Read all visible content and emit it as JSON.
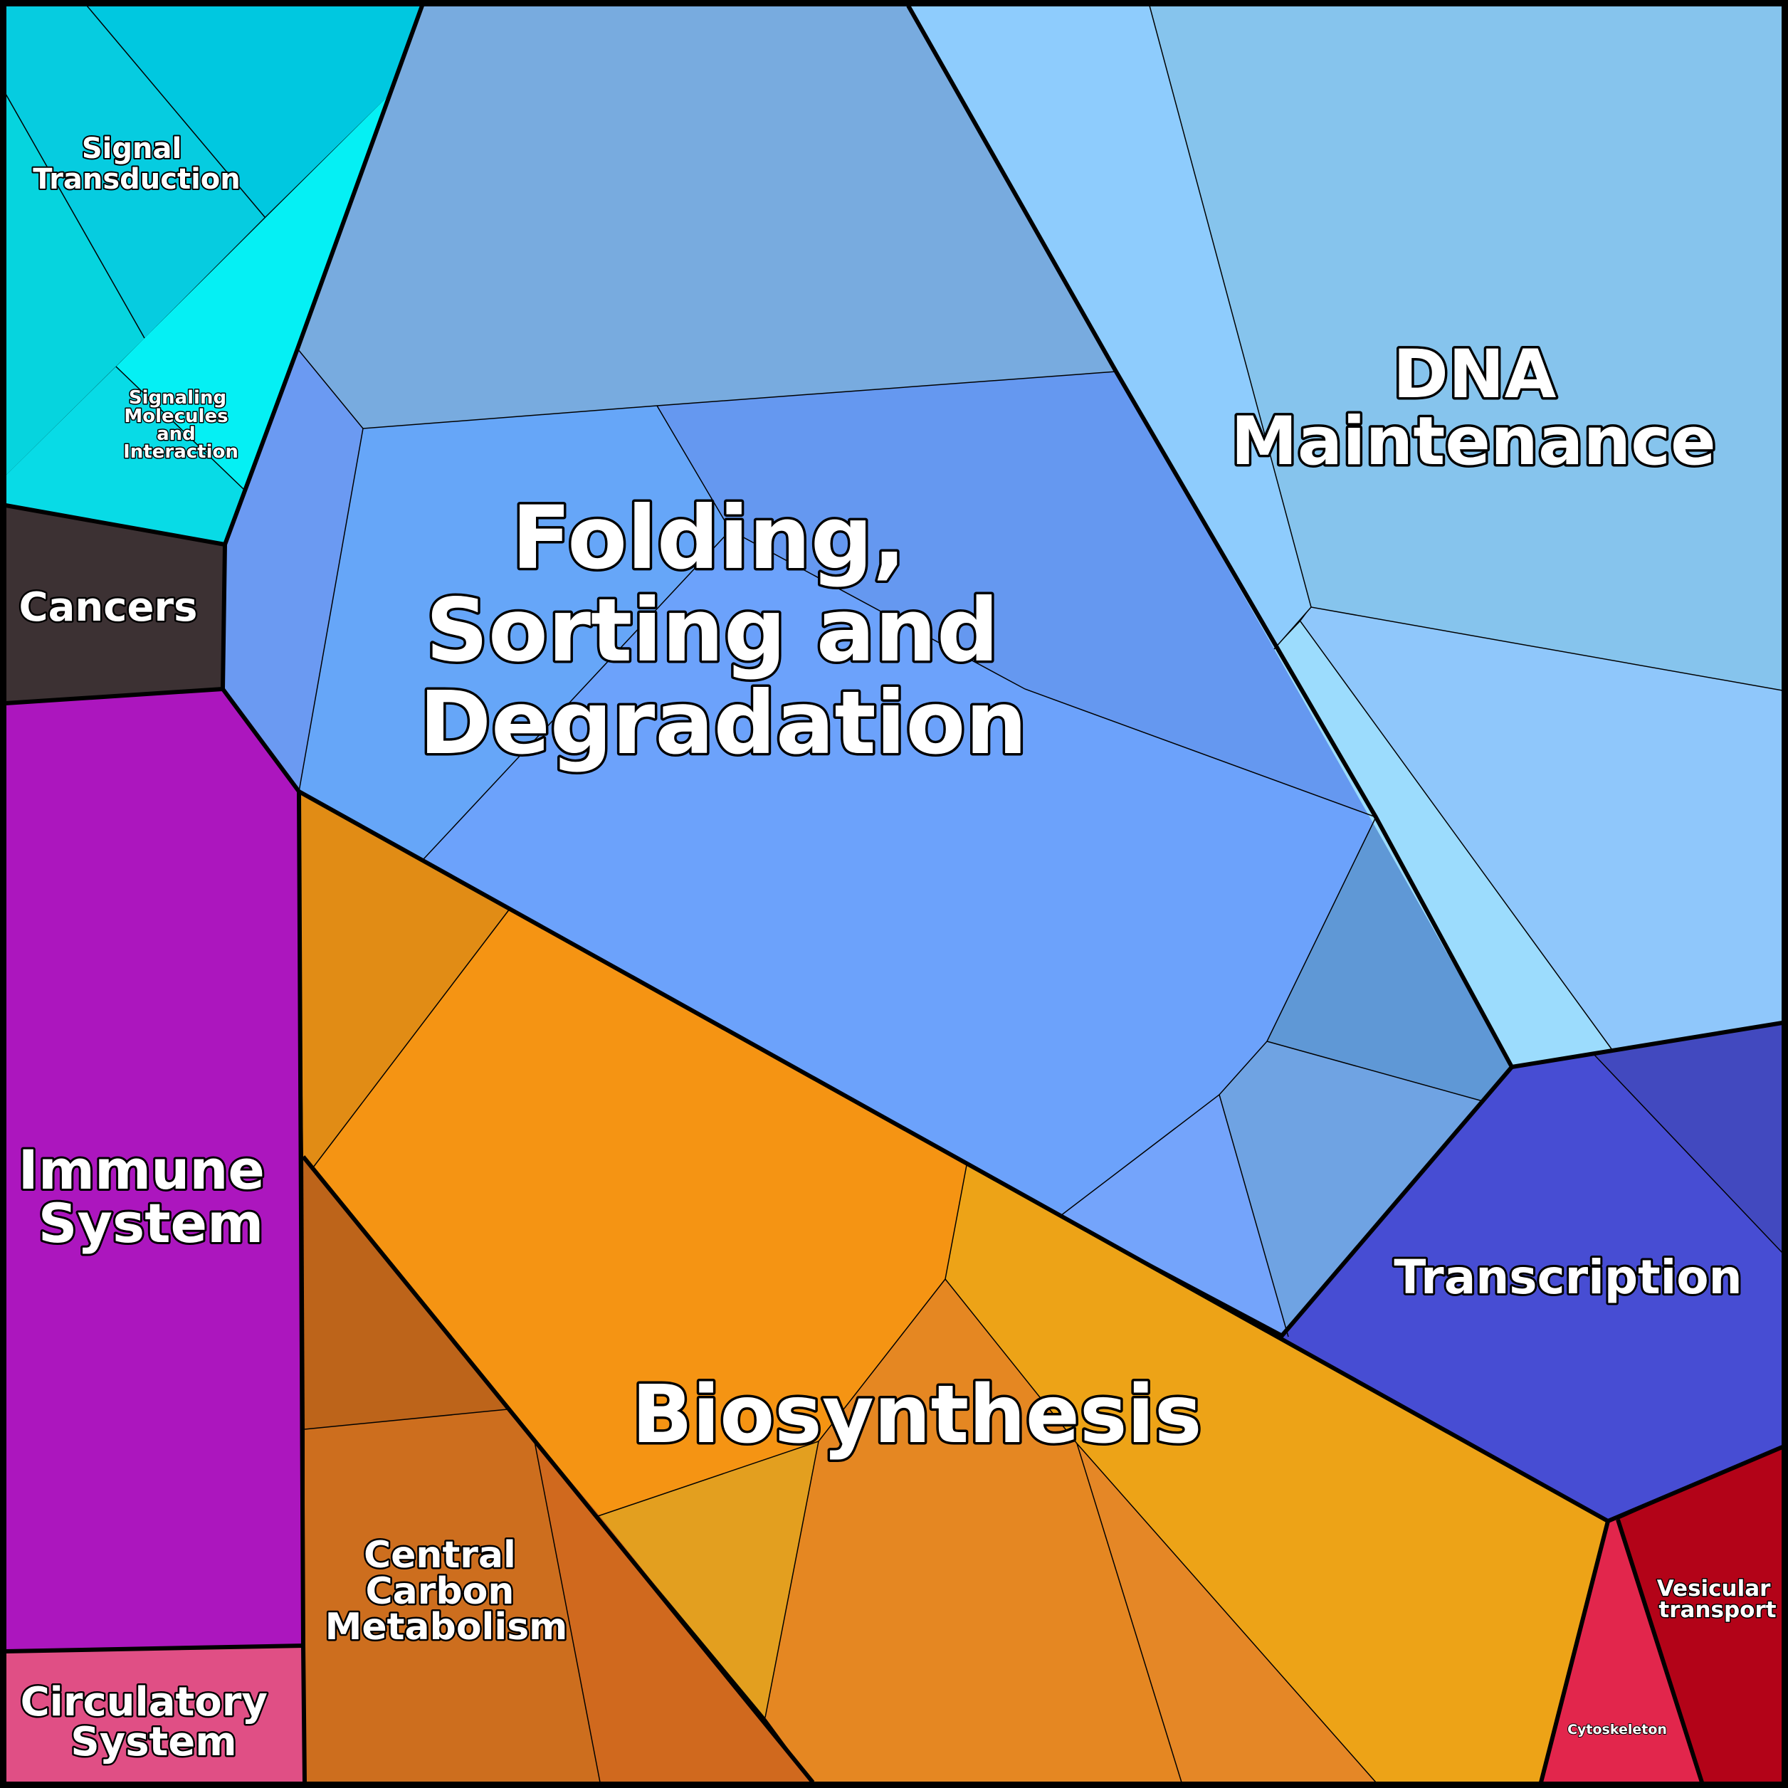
{
  "diagram": {
    "type": "voronoi-treemap",
    "colors": {
      "signal_transduction": [
        "#06cce0",
        "#00c8e0",
        "#06d4de"
      ],
      "signaling_molecules": [
        "#05f0f4",
        "#08dbe6"
      ],
      "cancers": "#3c3133",
      "immune_system": "#ac16be",
      "circulatory_system": "#e04f85",
      "folding_sorting": [
        "#78abdf",
        "#6598f0",
        "#66a6f8",
        "#6ca2fb",
        "#6b9af2",
        "#74a4fb",
        "#5f98d6",
        "#6fa3e3"
      ],
      "dna_maintenance": [
        "#8eccfd",
        "#86c4ed",
        "#8fc7fb",
        "#9cdcfd"
      ],
      "transcription": [
        "#474dd3",
        "#4249bf"
      ],
      "biosynthesis": [
        "#e18c15",
        "#f59413",
        "#eda317",
        "#e39f1f",
        "#e58722",
        "#e58726"
      ],
      "central_carbon": [
        "#bd641a",
        "#cd6e1e",
        "#d0691e"
      ],
      "cytoskeleton": "#e2264c",
      "vesicular_transport": "#b30318",
      "border": "#000000",
      "label_text": "#ffffff"
    },
    "labels": {
      "signal_transduction": [
        "Signal",
        "Transduction"
      ],
      "signaling_molecules": [
        "Signaling",
        "Molecules",
        "and",
        "Interaction"
      ],
      "cancers": [
        "Cancers"
      ],
      "immune_system": [
        "Immune",
        "System"
      ],
      "circulatory_system": [
        "Circulatory",
        "System"
      ],
      "folding_sorting": [
        "Folding,",
        "Sorting and",
        "Degradation"
      ],
      "dna_maintenance": [
        "DNA",
        "Maintenance"
      ],
      "transcription": [
        "Transcription"
      ],
      "biosynthesis": [
        "Biosynthesis"
      ],
      "central_carbon": [
        "Central",
        "Carbon",
        "Metabolism"
      ],
      "vesicular_transport": [
        "Vesicular",
        "transport"
      ],
      "cytoskeleton": [
        "Cytoskeleton"
      ]
    }
  }
}
